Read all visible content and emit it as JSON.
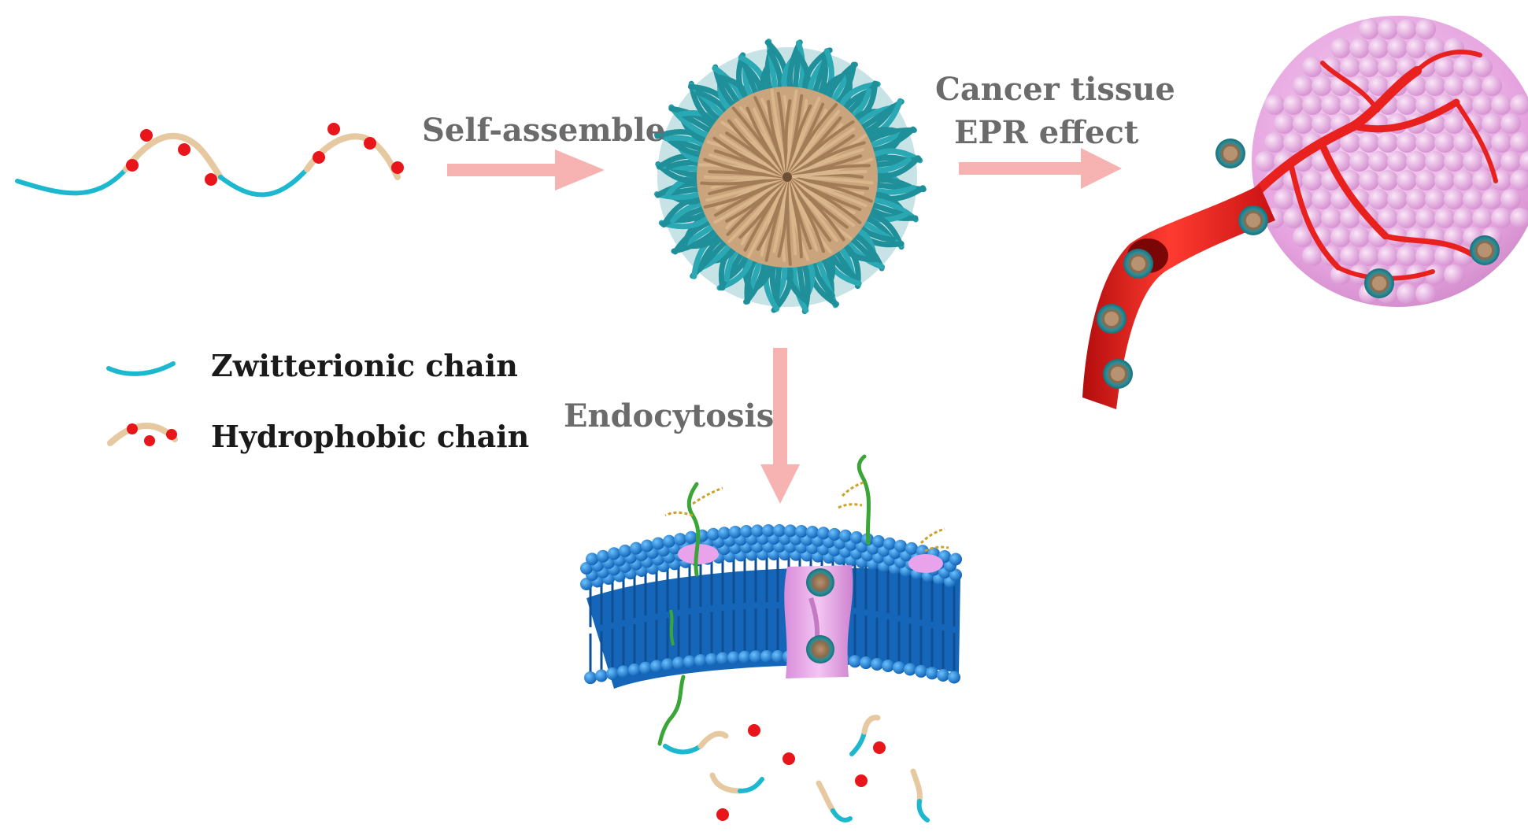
{
  "labels": {
    "self_assemble": "Self-assemble",
    "cancer_tissue": "Cancer tissue",
    "epr_effect": "EPR effect",
    "endocytosis": "Endocytosis"
  },
  "legend": {
    "items": [
      {
        "label": "Zwitterionic chain",
        "icon": "zwitterionic-chain-icon"
      },
      {
        "label": "Hydrophobic chain",
        "icon": "hydrophobic-chain-icon"
      }
    ]
  },
  "colors": {
    "zwitterionic": "#1cb8cf",
    "hydrophobic": "#e6c9a0",
    "drug": "#e8151b",
    "arrow": "#f7b2b2",
    "micelle_shell": "#1f8f9a",
    "micelle_core": "#c9a47c",
    "tumor": "#e9a8e3",
    "vessel": "#e8201e",
    "membrane": "#1b86dd",
    "protein": "#e9a3ea",
    "receptor": "#3aa637"
  }
}
